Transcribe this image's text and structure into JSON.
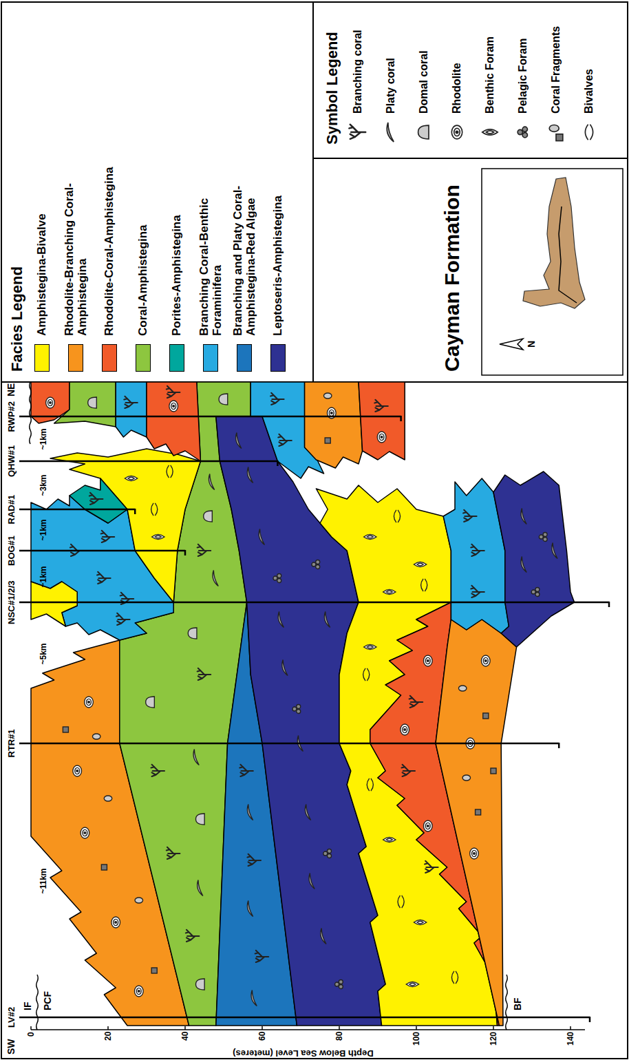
{
  "diagram": {
    "labels": [
      "SW",
      "NE",
      "LV#2",
      "RTR#1",
      "NSC#1/2/3",
      "BOG#1",
      "RAD#1",
      "QHW#1",
      "RWP#2",
      "~11km",
      "~5km",
      "~1km",
      "~1km",
      "~3km",
      "~1km",
      "IF",
      "PCF",
      "BF",
      "0",
      "20",
      "40",
      "60",
      "80",
      "100",
      "120",
      "140",
      "Depth Below Sea Level (meteres)",
      "Facies Legend",
      "Symbol Legend",
      "Cayman Formation",
      "N"
    ],
    "legend": [
      {
        "text": "Amphistegina-Bivalve",
        "color": "#FFF200"
      },
      {
        "text": "Rhodolite-Branching Coral-Amphistegina",
        "color": "#F7941D"
      },
      {
        "text": "Rhodolite-Coral-Amphistegina",
        "color": "#F15A29"
      },
      {
        "text": "Coral-Amphistegina",
        "color": "#8DC63F"
      },
      {
        "text": "Porites-Amphistegina",
        "color": "#00A79D"
      },
      {
        "text": "Branching Coral-Benthic Foraminifera",
        "color": "#27AAE1"
      },
      {
        "text": "Branching and Platy Coral-Amphistegina-Red Algae",
        "color": "#1C75BC"
      },
      {
        "text": "Leptoseris-Amphistegina",
        "color": "#2E3192"
      },
      {
        "text": "Branching coral"
      },
      {
        "text": "Platy coral"
      },
      {
        "text": "Domal coral"
      },
      {
        "text": "Rhodolite"
      },
      {
        "text": "Benthic Foram"
      },
      {
        "text": "Pelagic Foram"
      },
      {
        "text": "Coral Fragments"
      },
      {
        "text": "Bivalves"
      }
    ]
  }
}
